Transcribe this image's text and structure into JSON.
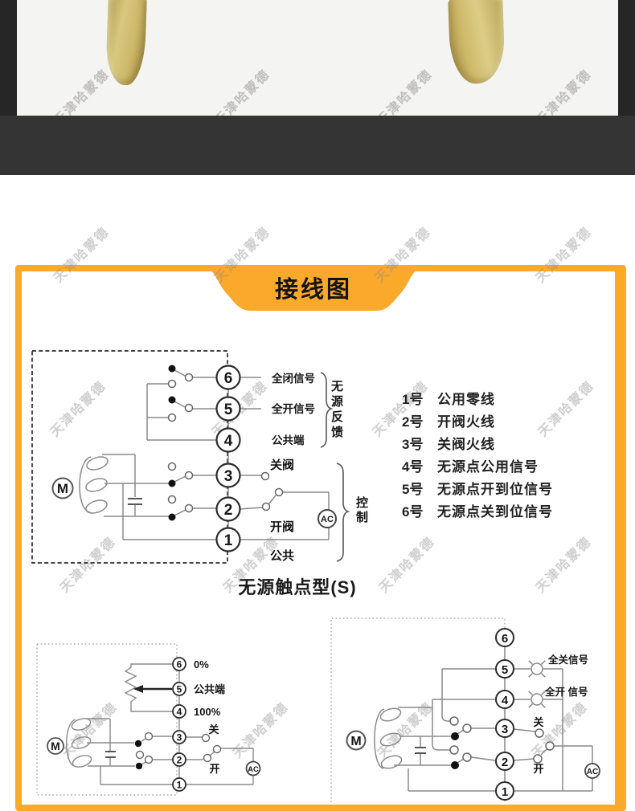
{
  "watermark": {
    "text": "天津哈蒙德"
  },
  "banner": {
    "title": "接线图"
  },
  "colors": {
    "accent_orange": "#FBA92B",
    "dark_band": "#343434",
    "edge_strip": "#262626",
    "photo_bg": "#F4F4F2",
    "wire_gray": "#8A8A8A",
    "ink": "#151515",
    "brass": "#CDB86A"
  },
  "main": {
    "terminals": [
      "6",
      "5",
      "4",
      "3",
      "2",
      "1"
    ],
    "labels": {
      "full_close_signal": "全闭信号",
      "full_open_signal": "全开信号",
      "common_end": "公共端",
      "close_valve": "关阀",
      "open_valve": "开阀",
      "common": "公共",
      "motor": "M",
      "ac": "AC",
      "feedback_group": "无源反馈",
      "control_group": "控制"
    },
    "caption": "无源触点型(S)"
  },
  "list": {
    "items": [
      {
        "num": "1号",
        "desc": "公用零线"
      },
      {
        "num": "2号",
        "desc": "开阀火线"
      },
      {
        "num": "3号",
        "desc": "关阀火线"
      },
      {
        "num": "4号",
        "desc": "无源点公用信号"
      },
      {
        "num": "5号",
        "desc": "无源点开到位信号"
      },
      {
        "num": "6号",
        "desc": "无源点关到位信号"
      }
    ]
  },
  "bl": {
    "terminals": [
      "6",
      "5",
      "4",
      "3",
      "2",
      "1"
    ],
    "labels": {
      "zero": "0%",
      "common_end": "公共端",
      "hundred": "100%",
      "close": "关",
      "open": "开",
      "motor": "M",
      "ac": "AC"
    }
  },
  "br": {
    "terminals": [
      "6",
      "5",
      "4",
      "3",
      "2",
      "1"
    ],
    "labels": {
      "full_close_signal": "全关信号",
      "full_open_signal": "全开 信号",
      "close": "关",
      "open": "开",
      "motor": "M",
      "ac": "AC"
    }
  }
}
